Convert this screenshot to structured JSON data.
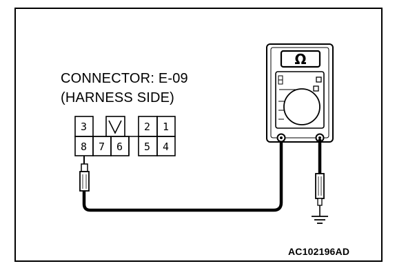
{
  "connector": {
    "title_line1": "CONNECTOR: E-09",
    "title_line2": "(HARNESS SIDE)",
    "top_row_pins": [
      "3",
      "2",
      "1"
    ],
    "bottom_row_pins": [
      "8",
      "7",
      "6",
      "5",
      "4"
    ]
  },
  "meter": {
    "display_symbol": "Ω"
  },
  "figure_id": "AC102196AD"
}
